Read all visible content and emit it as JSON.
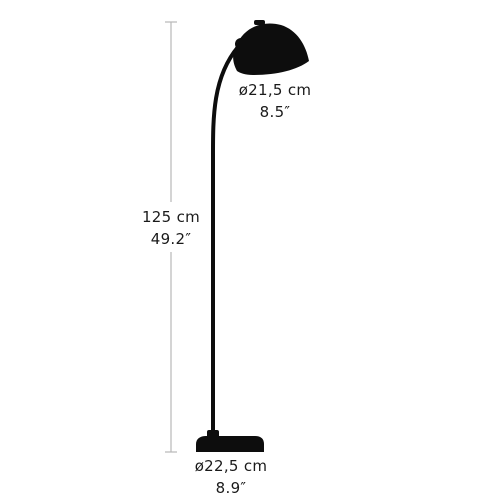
{
  "diagram": {
    "height_dimension": {
      "metric": "125 cm",
      "imperial": "49.2″"
    },
    "shade_dimension": {
      "metric": "ø21,5 cm",
      "imperial": "8.5″"
    },
    "base_dimension": {
      "metric": "ø22,5 cm",
      "imperial": "8.9″"
    },
    "lamp_color": "#0d0d0d",
    "dimension_line_color": "#b8b8b8"
  }
}
